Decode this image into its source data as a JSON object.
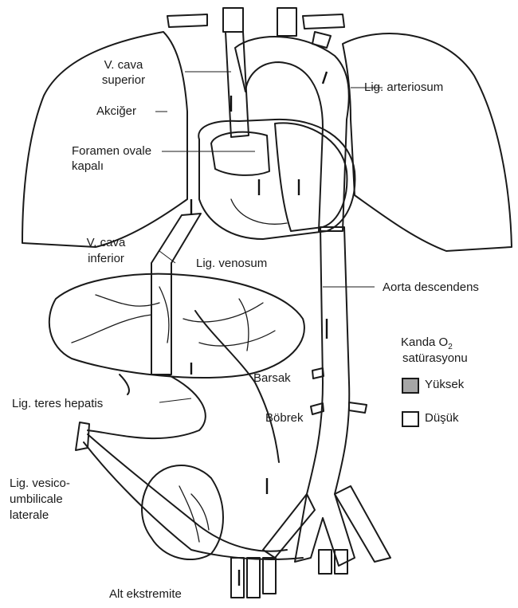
{
  "labels": {
    "vcava_superior_1": "V. cava",
    "vcava_superior_2": "superior",
    "akciger": "Akciğer",
    "foramen_1": "Foramen ovale",
    "foramen_2": "kapalı",
    "vcava_inferior_1": "V. cava",
    "vcava_inferior_2": "inferior",
    "lig_arteriosum": "Lig. arteriosum",
    "lig_venosum": "Lig. venosum",
    "aorta_descendens": "Aorta descendens",
    "barsak": "Barsak",
    "lig_teres": "Lig. teres hepatis",
    "bobrek": "Böbrek",
    "lig_vesico_1": "Lig. vesico-",
    "lig_vesico_2": "umbilicale",
    "lig_vesico_3": "laterale",
    "alt_ekstremite": "Alt ekstremite"
  },
  "legend": {
    "title_1": "Kanda O",
    "title_sub": "2",
    "title_2": "satürasyonu",
    "high": "Yüksek",
    "low": "Düşük"
  },
  "colors": {
    "high_saturation": "#a6a6a6",
    "low_saturation": "#ffffff",
    "line": "#1a1a1a"
  }
}
